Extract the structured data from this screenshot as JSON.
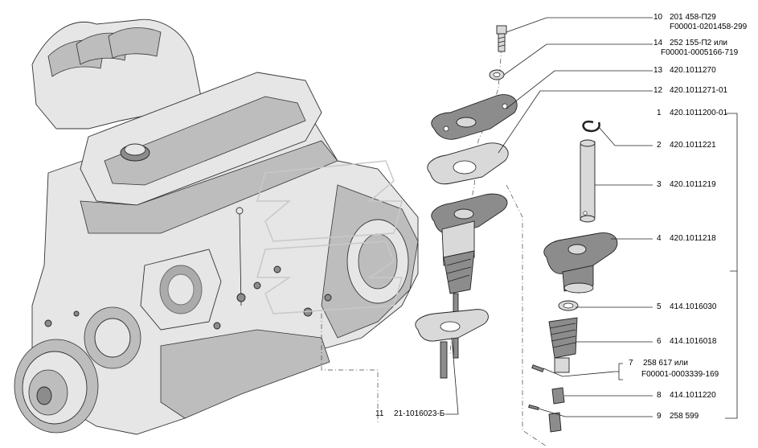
{
  "callouts": [
    {
      "num": "10",
      "code": "201 458-П29",
      "code2": "F00001-0201458-299"
    },
    {
      "num": "14",
      "code": "252 155-П2 или",
      "code2": "F00001-0005166-719"
    },
    {
      "num": "13",
      "code": "420.1011270"
    },
    {
      "num": "12",
      "code": "420.1011271-01"
    },
    {
      "num": "1",
      "code": "420.1011200-01"
    },
    {
      "num": "2",
      "code": "420.1011221"
    },
    {
      "num": "3",
      "code": "420.1011219"
    },
    {
      "num": "4",
      "code": "420.1011218"
    },
    {
      "num": "5",
      "code": "414.1016030"
    },
    {
      "num": "6",
      "code": "414.1016018"
    },
    {
      "num": "7",
      "code": "258 617 или",
      "code2": "F00001-0003339-169"
    },
    {
      "num": "8",
      "code": "414.1011220"
    },
    {
      "num": "9",
      "code": "258 599"
    },
    {
      "num": "11",
      "code": "21-1016023-Б"
    }
  ]
}
